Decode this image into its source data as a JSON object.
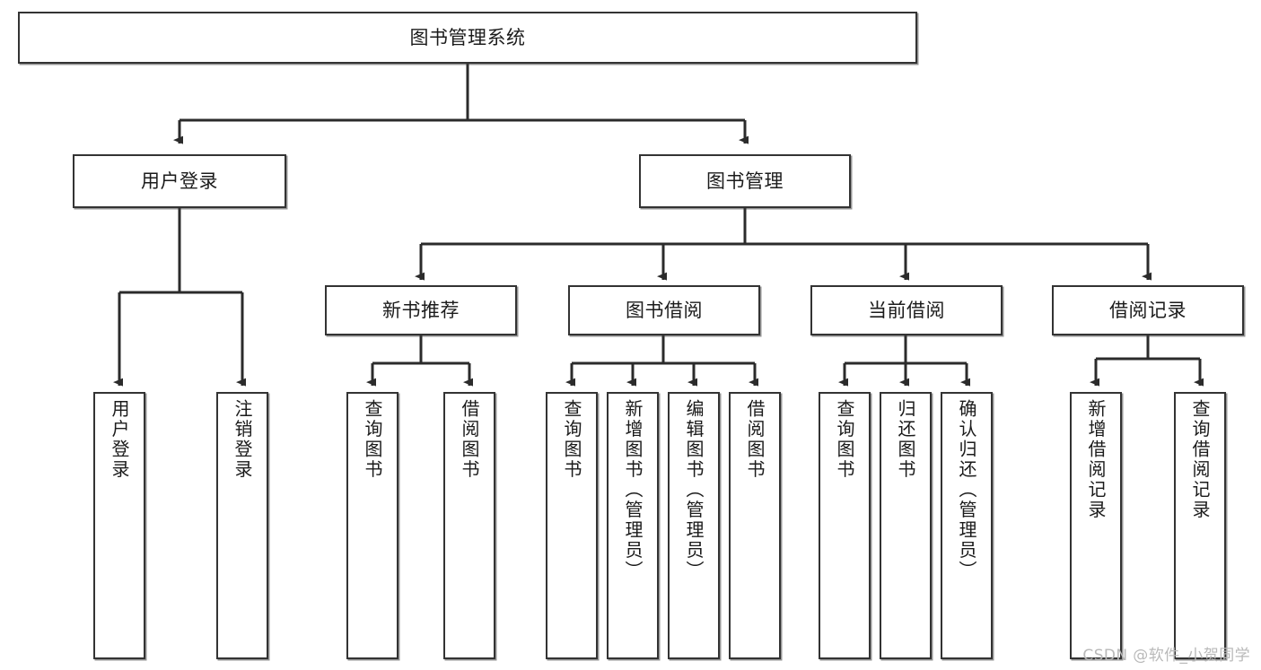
{
  "diagram": {
    "type": "tree",
    "title": "图书管理系统",
    "watermark": "CSDN @软件_小贺同学",
    "colors": {
      "box_border": "#333333",
      "box_fill": "#ffffff",
      "edge": "#2b2b2b",
      "text": "#1b1b1b",
      "watermark": "#b9b9b9"
    },
    "nodes": {
      "root": {
        "label": "图书管理系统",
        "orientation": "horizontal",
        "level": 0
      },
      "user_login": {
        "label": "用户登录",
        "orientation": "horizontal",
        "level": 1
      },
      "book_manage": {
        "label": "图书管理",
        "orientation": "horizontal",
        "level": 1
      },
      "new_book_rec": {
        "label": "新书推荐",
        "orientation": "horizontal",
        "level": 2
      },
      "book_borrow": {
        "label": "图书借阅",
        "orientation": "horizontal",
        "level": 2
      },
      "current_borrow": {
        "label": "当前借阅",
        "orientation": "horizontal",
        "level": 2
      },
      "borrow_record": {
        "label": "借阅记录",
        "orientation": "horizontal",
        "level": 2
      },
      "leaf_user_login": {
        "label": "用户登录",
        "orientation": "vertical",
        "level": 2
      },
      "leaf_logout": {
        "label": "注销登录",
        "orientation": "vertical",
        "level": 2
      },
      "leaf_query_book_1": {
        "label": "查询图书",
        "orientation": "vertical",
        "level": 3
      },
      "leaf_borrow_book_1": {
        "label": "借阅图书",
        "orientation": "vertical",
        "level": 3
      },
      "leaf_query_book_2": {
        "label": "查询图书",
        "orientation": "vertical",
        "level": 3
      },
      "leaf_add_book": {
        "label": "新增图书（管理员）",
        "orientation": "vertical",
        "level": 3
      },
      "leaf_edit_book": {
        "label": "编辑图书（管理员）",
        "orientation": "vertical",
        "level": 3
      },
      "leaf_borrow_book_2": {
        "label": "借阅图书",
        "orientation": "vertical",
        "level": 3
      },
      "leaf_query_book_3": {
        "label": "查询图书",
        "orientation": "vertical",
        "level": 3
      },
      "leaf_return_book": {
        "label": "归还图书",
        "orientation": "vertical",
        "level": 3
      },
      "leaf_confirm_return": {
        "label": "确认归还（管理员）",
        "orientation": "vertical",
        "level": 3
      },
      "leaf_add_record": {
        "label": "新增借阅记录",
        "orientation": "vertical",
        "level": 3
      },
      "leaf_query_record": {
        "label": "查询借阅记录",
        "orientation": "vertical",
        "level": 3
      }
    },
    "edges": [
      {
        "from": "root",
        "to": "user_login"
      },
      {
        "from": "root",
        "to": "book_manage"
      },
      {
        "from": "user_login",
        "to": "leaf_user_login"
      },
      {
        "from": "user_login",
        "to": "leaf_logout"
      },
      {
        "from": "book_manage",
        "to": "new_book_rec"
      },
      {
        "from": "book_manage",
        "to": "book_borrow"
      },
      {
        "from": "book_manage",
        "to": "current_borrow"
      },
      {
        "from": "book_manage",
        "to": "borrow_record"
      },
      {
        "from": "new_book_rec",
        "to": "leaf_query_book_1"
      },
      {
        "from": "new_book_rec",
        "to": "leaf_borrow_book_1"
      },
      {
        "from": "book_borrow",
        "to": "leaf_query_book_2"
      },
      {
        "from": "book_borrow",
        "to": "leaf_add_book"
      },
      {
        "from": "book_borrow",
        "to": "leaf_edit_book"
      },
      {
        "from": "book_borrow",
        "to": "leaf_borrow_book_2"
      },
      {
        "from": "current_borrow",
        "to": "leaf_query_book_3"
      },
      {
        "from": "current_borrow",
        "to": "leaf_return_book"
      },
      {
        "from": "current_borrow",
        "to": "leaf_confirm_return"
      },
      {
        "from": "borrow_record",
        "to": "leaf_add_record"
      },
      {
        "from": "borrow_record",
        "to": "leaf_query_record"
      }
    ]
  }
}
